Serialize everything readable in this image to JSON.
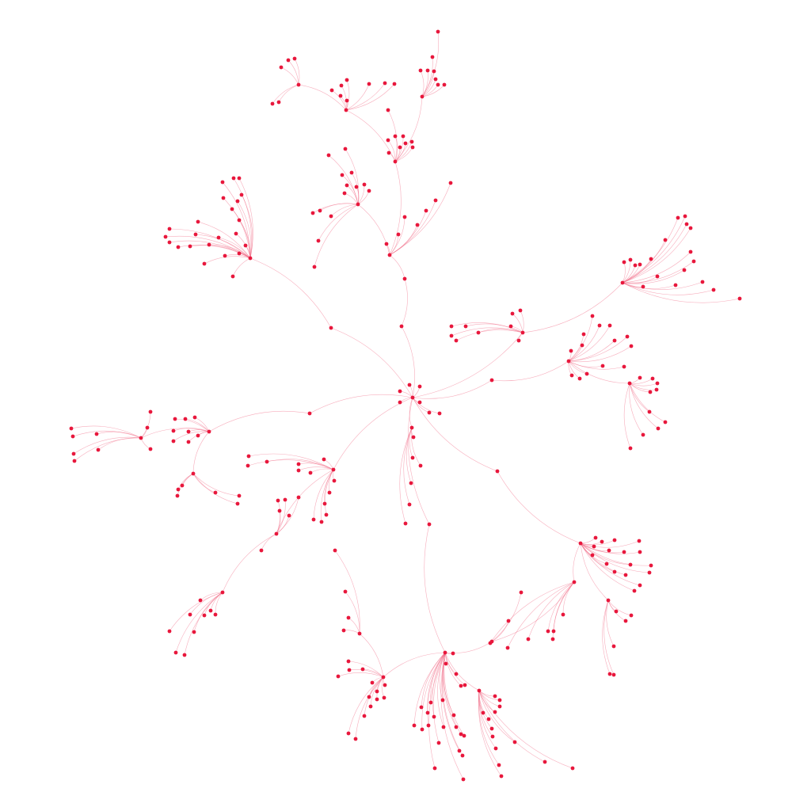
{
  "colors": {
    "background": "#ffffff",
    "node": "#e8173c",
    "edge": "#f06a85"
  },
  "graph": {
    "type": "radial-tree",
    "root": "root",
    "node_count": 250
  }
}
